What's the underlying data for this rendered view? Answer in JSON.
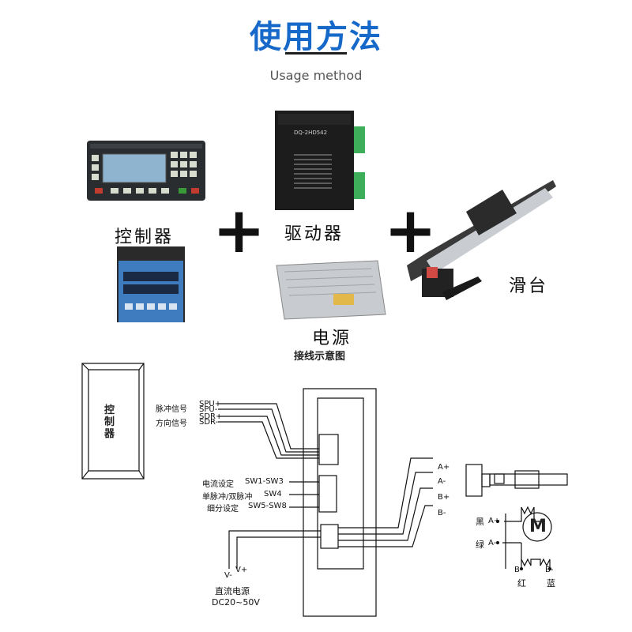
{
  "header": {
    "title": "使用方法",
    "subtitle": "Usage method"
  },
  "products": {
    "controller_label": "控制器",
    "driver_label": "驱动器",
    "slide_label": "滑台",
    "power_label": "电源",
    "wiring_label": "接线示意图",
    "plus_symbol": "+",
    "driver_model": "DQ-2HD542"
  },
  "diagram": {
    "controller_box": "控制器",
    "signals": {
      "pulse": "脉冲信号",
      "direction": "方向信号",
      "pins": [
        "SPU+",
        "SPU-",
        "SDR+",
        "SDR-"
      ]
    },
    "switches": [
      {
        "name": "电流设定",
        "code": "SW1-SW3"
      },
      {
        "name": "单脉冲/双脉冲",
        "code": "SW4"
      },
      {
        "name": "细分设定",
        "code": "SW5-SW8"
      }
    ],
    "motor_terminals": [
      "A+",
      "A-",
      "B+",
      "B-"
    ],
    "motor": {
      "symbol": "M",
      "black": "黑",
      "black_pin": "A+",
      "green": "绿",
      "green_pin": "A-",
      "red": "红",
      "red_pin": "B-",
      "blue": "蓝",
      "blue_pin": "B-"
    },
    "power": {
      "vminus": "V-",
      "vplus": "V+",
      "label": "直流电源",
      "range": "DC20~50V"
    }
  },
  "colors": {
    "title": "#1769c9",
    "ink": "#111111"
  }
}
